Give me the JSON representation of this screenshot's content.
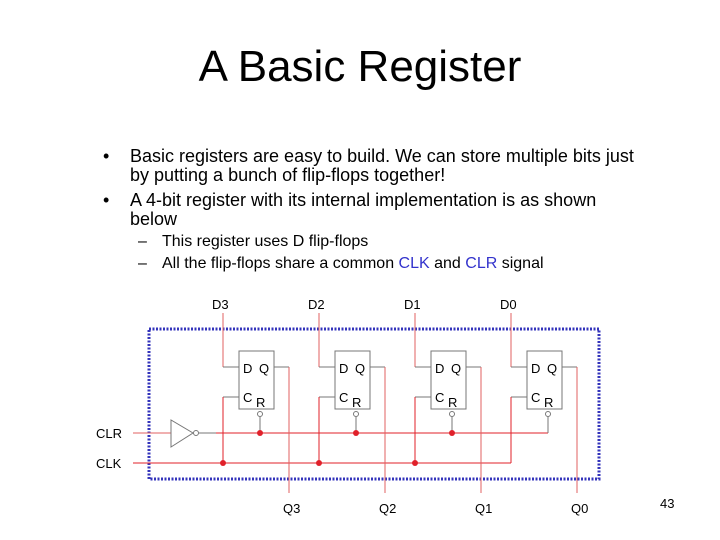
{
  "title": "A Basic Register",
  "bullets": [
    {
      "line1": "Basic registers are easy to build. We can store multiple bits just",
      "line2": "by putting a bunch of flip-flops together!"
    },
    {
      "line1": "A 4-bit register with its internal implementation is as shown",
      "line2": "below"
    }
  ],
  "sub_bullets": [
    {
      "text": "This register uses D flip-flops"
    },
    {
      "pre": "All the flip-flops share a common ",
      "clk": "CLK",
      "mid": " and ",
      "clr": "CLR",
      "post": " signal"
    }
  ],
  "bullet_char": "•",
  "dash_char": "–",
  "diagram": {
    "inputs": [
      "D3",
      "D2",
      "D1",
      "D0"
    ],
    "outputs": [
      "Q3",
      "Q2",
      "Q1",
      "Q0"
    ],
    "clr": "CLR",
    "clk": "CLK",
    "ff_pins": {
      "d": "D",
      "q": "Q",
      "c": "C",
      "r": "R"
    }
  },
  "page_number": "43"
}
